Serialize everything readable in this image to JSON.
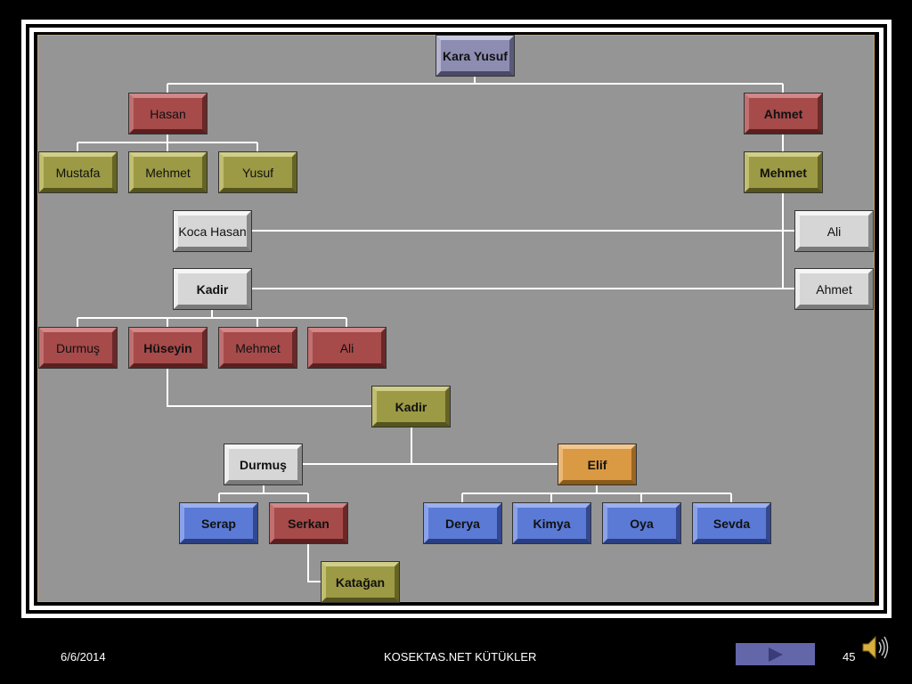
{
  "nodes": {
    "kara_yusuf": "Kara Yusuf",
    "hasan": "Hasan",
    "ahmet_top": "Ahmet",
    "mustafa": "Mustafa",
    "mehmet_hasan": "Mehmet",
    "yusuf": "Yusuf",
    "mehmet_ahmet": "Mehmet",
    "koca_hasan": "Koca Hasan",
    "ali_right": "Ali",
    "kadir_upper": "Kadir",
    "ahmet_right": "Ahmet",
    "durmus_left": "Durmuş",
    "huseyin": "Hüseyin",
    "mehmet_kadir": "Mehmet",
    "ali_kadir": "Ali",
    "kadir_middle": "Kadir",
    "durmus_lower": "Durmuş",
    "elif": "Elif",
    "serap": "Serap",
    "serkan": "Serkan",
    "derya": "Derya",
    "kimya": "Kimya",
    "oya": "Oya",
    "sevda": "Sevda",
    "katagan": "Katağan"
  },
  "footer": {
    "date": "6/6/2014",
    "title": "KOSEKTAS.NET KÜTÜKLER",
    "page_number": "45"
  },
  "icons": {
    "next": "next-arrow-icon",
    "sound": "speaker-icon"
  },
  "colors": {
    "slate": "#8d8db2",
    "red": "#a64a4a",
    "olive": "#9c9a44",
    "light": "#d6d6d6",
    "orange": "#da9a44",
    "blue": "#5a7ad6"
  }
}
